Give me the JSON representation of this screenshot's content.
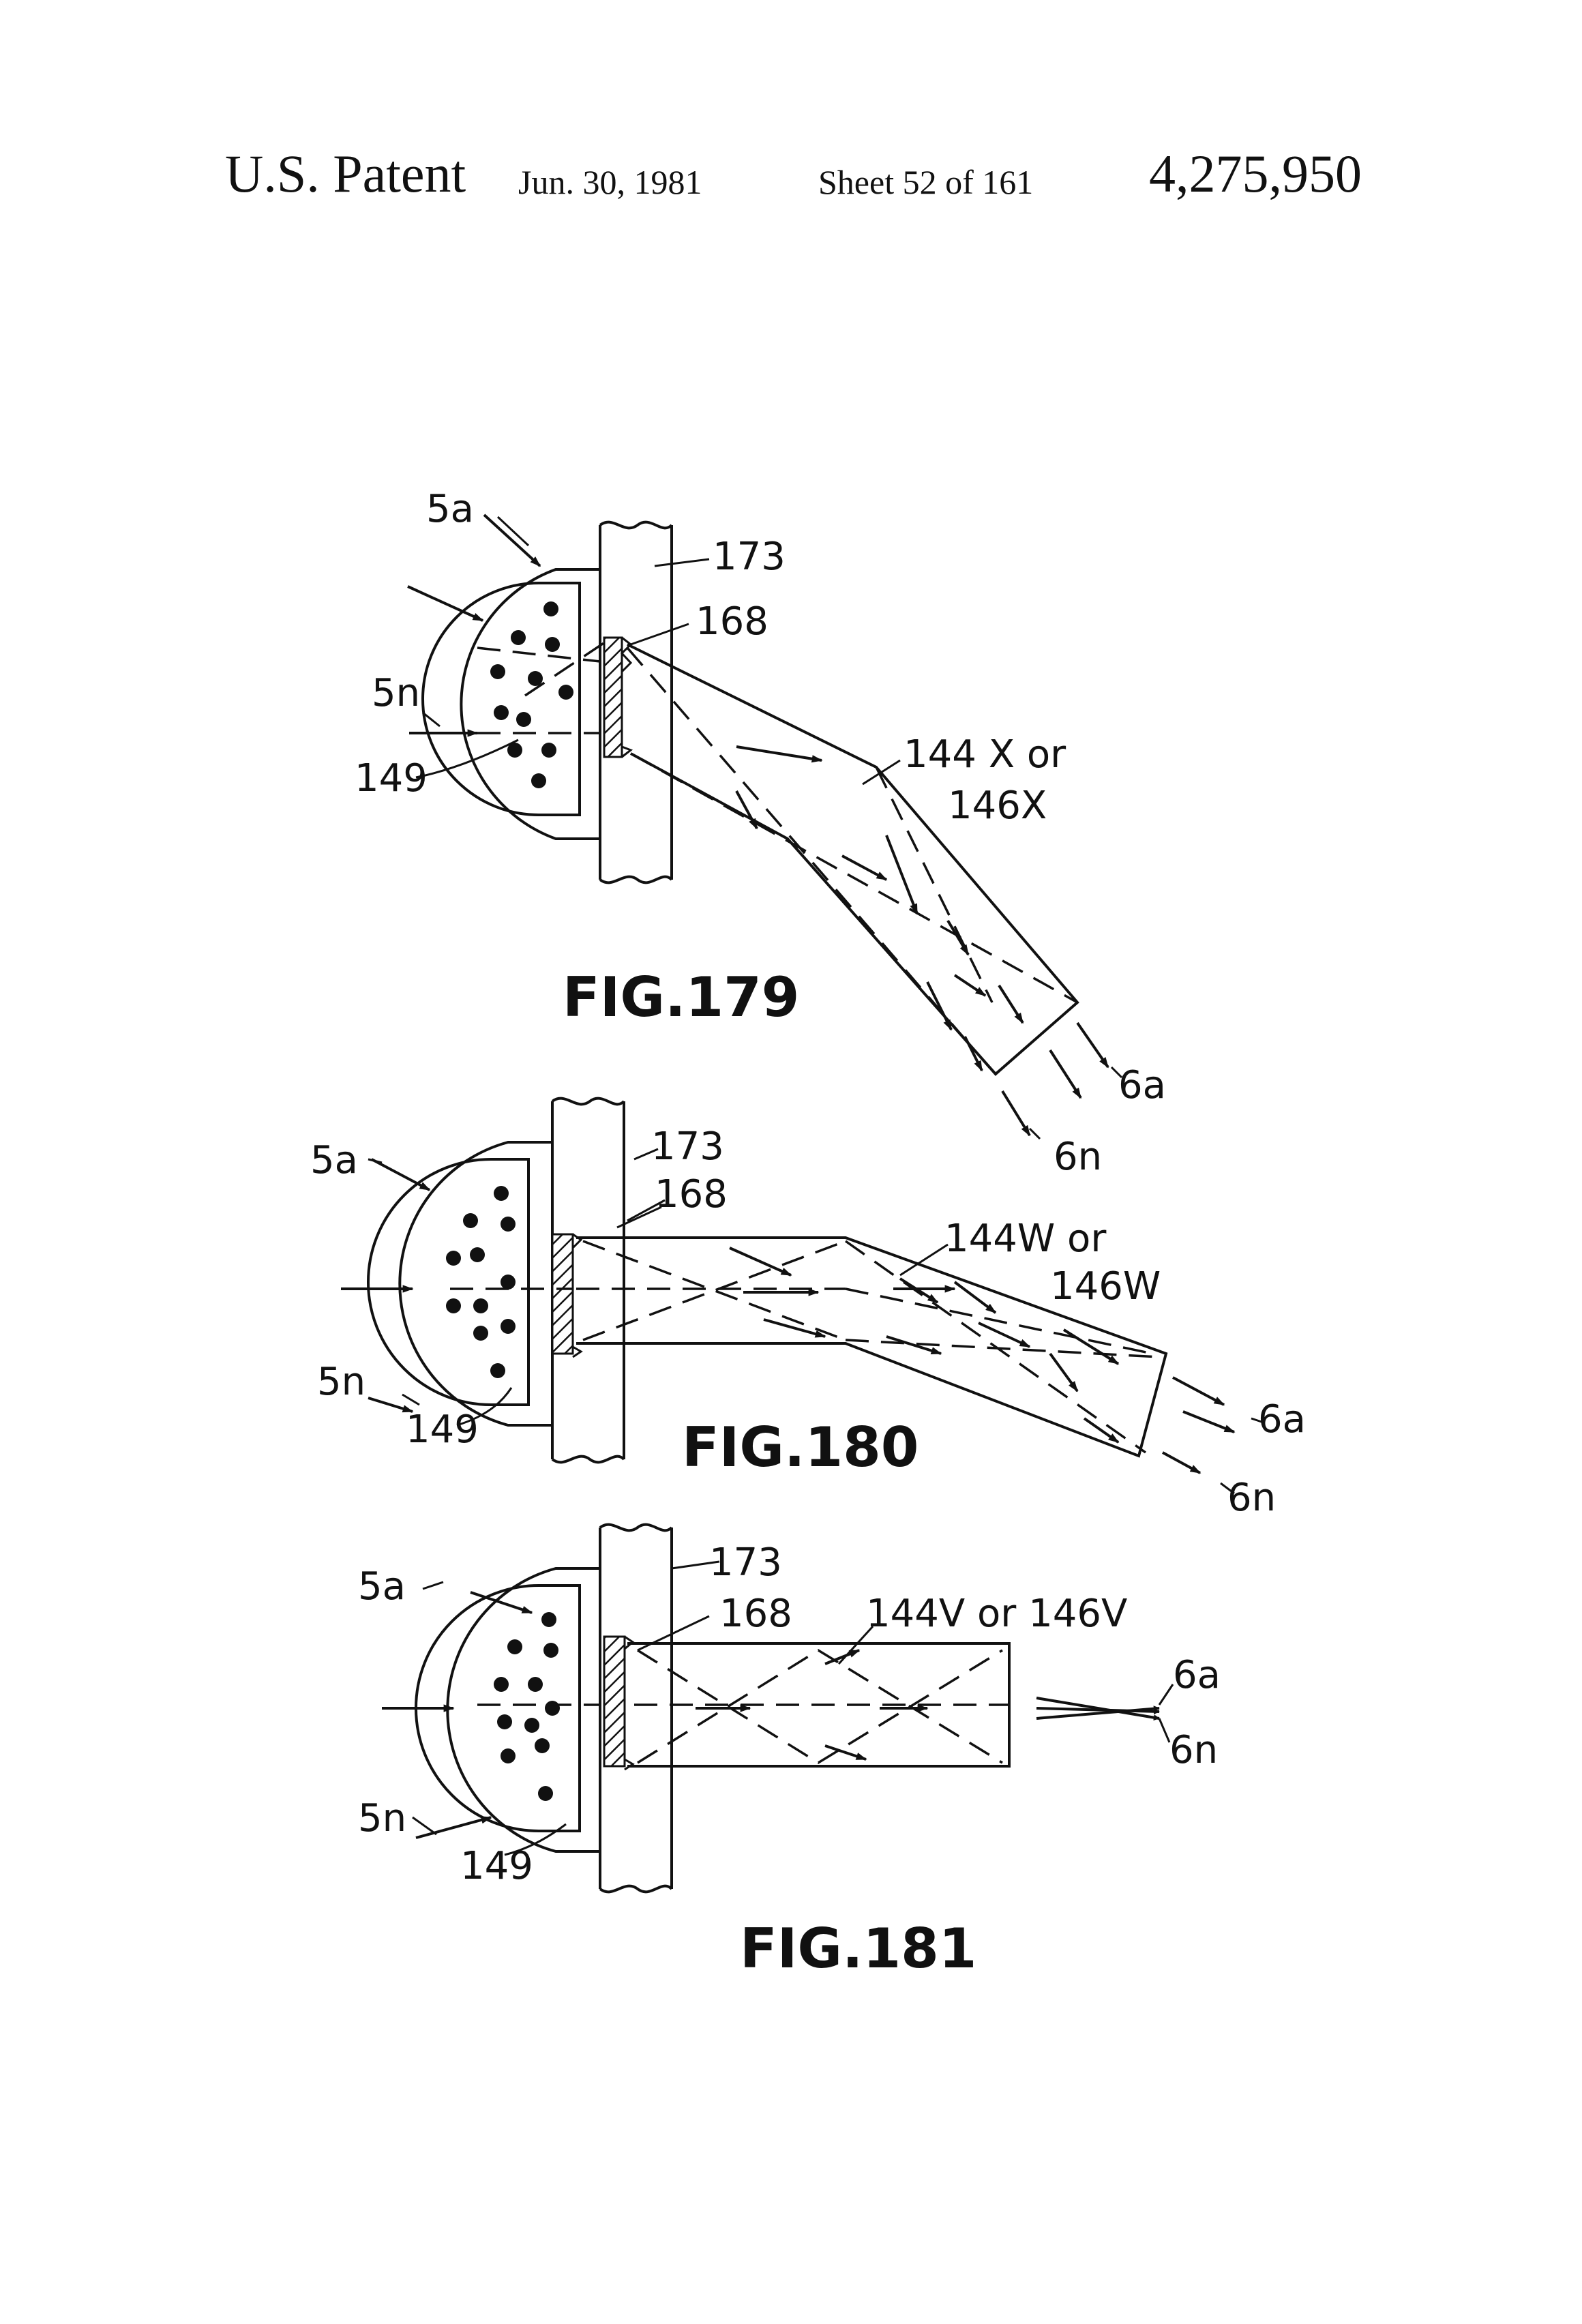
{
  "header": {
    "title": "U.S. Patent",
    "date": "Jun. 30, 1981",
    "sheet": "Sheet 52 of 161",
    "patent_number": "4,275,950"
  },
  "figures": [
    {
      "caption": "FIG.179",
      "labels": {
        "lens_in_a": "5a",
        "lens_in_n": "5n",
        "housing": "173",
        "screen": "168",
        "particles": "149",
        "guide_line1": "144 X or",
        "guide_line2": "146X",
        "out_a": "6a",
        "out_n": "6n"
      }
    },
    {
      "caption": "FIG.180",
      "labels": {
        "lens_in_a": "5a",
        "lens_in_n": "5n",
        "housing": "173",
        "screen": "168",
        "particles": "149",
        "guide_line1": "144W or",
        "guide_line2": "146W",
        "out_a": "6a",
        "out_n": "6n"
      }
    },
    {
      "caption": "FIG.181",
      "labels": {
        "lens_in_a": "5a",
        "lens_in_n": "5n",
        "housing": "173",
        "screen": "168",
        "particles": "149",
        "guide_line1": "144V or 146V",
        "out_a": "6a",
        "out_n": "6n"
      }
    }
  ]
}
